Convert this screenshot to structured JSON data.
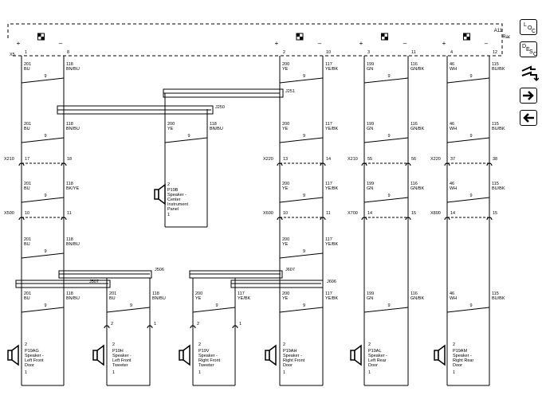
{
  "module": {
    "ref": "A11",
    "name": "Radio"
  },
  "module_pins": [
    {
      "pin": "1",
      "sign": "+"
    },
    {
      "pin": "8",
      "sign": "–"
    },
    {
      "pin": "2",
      "sign": "+"
    },
    {
      "pin": "10",
      "sign": "–"
    },
    {
      "pin": "3",
      "sign": "+"
    },
    {
      "pin": "11",
      "sign": "–"
    },
    {
      "pin": "4",
      "sign": "+"
    },
    {
      "pin": "12",
      "sign": "–"
    }
  ],
  "x5_label": "X5",
  "wire_gauge": "9",
  "top_wires": [
    {
      "circuit": "201",
      "color": "BU"
    },
    {
      "circuit": "118",
      "color": "BN/BU"
    },
    {
      "circuit": "200",
      "color": "YE"
    },
    {
      "circuit": "117",
      "color": "YE/BK"
    },
    {
      "circuit": "199",
      "color": "GN"
    },
    {
      "circuit": "116",
      "color": "GN/BK"
    },
    {
      "circuit": "46",
      "color": "WH"
    },
    {
      "circuit": "115",
      "color": "BU/BK"
    }
  ],
  "splices": {
    "j250": "J250",
    "j251": "J251",
    "j506": "J506",
    "j507": "J507",
    "j606": "J606",
    "j607": "J607"
  },
  "mid_wires_left": [
    {
      "circuit": "201",
      "color": "BU"
    },
    {
      "circuit": "118",
      "color": "BN/BU"
    },
    {
      "circuit": "200",
      "color": "YE"
    },
    {
      "circuit": "118",
      "color": "BN/BU"
    },
    {
      "circuit": "200",
      "color": "YE"
    },
    {
      "circuit": "117",
      "color": "YE/BK"
    }
  ],
  "center_speaker": {
    "ref": "P19B",
    "lines": [
      "Speaker -",
      "Center",
      "Instrument",
      "Panel"
    ],
    "pin_top": "2",
    "pin_bottom": "1"
  },
  "connectors_row1": [
    {
      "name": "X210",
      "pins": [
        "17",
        "18"
      ]
    },
    {
      "name": "X220",
      "pins": [
        "13",
        "14"
      ]
    },
    {
      "name": "X210",
      "pins": [
        "55",
        "56"
      ]
    },
    {
      "name": "X220",
      "pins": [
        "37",
        "38"
      ]
    }
  ],
  "row2_wires": [
    {
      "circuit": "201",
      "color": "BU"
    },
    {
      "circuit": "118",
      "color": "BK/YE"
    },
    {
      "circuit": "200",
      "color": "YE"
    },
    {
      "circuit": "117",
      "color": "YE/BK"
    },
    {
      "circuit": "199",
      "color": "GN"
    },
    {
      "circuit": "116",
      "color": "GN/BK"
    },
    {
      "circuit": "46",
      "color": "WH"
    },
    {
      "circuit": "115",
      "color": "BU/BK"
    }
  ],
  "connectors_row2": [
    {
      "name": "X500",
      "pins": [
        "10",
        "11"
      ]
    },
    {
      "name": "X600",
      "pins": [
        "10",
        "11"
      ]
    },
    {
      "name": "X700",
      "pins": [
        "14",
        "15"
      ]
    },
    {
      "name": "X800",
      "pins": [
        "14",
        "15"
      ]
    }
  ],
  "row3_wires": [
    {
      "circuit": "201",
      "color": "BU"
    },
    {
      "circuit": "118",
      "color": "BN/BU"
    },
    {
      "circuit": "200",
      "color": "YE"
    },
    {
      "circuit": "117",
      "color": "YE/BK"
    }
  ],
  "bottom_wires": [
    {
      "circuit": "201",
      "color": "BU"
    },
    {
      "circuit": "118",
      "color": "BN/BU"
    },
    {
      "circuit": "201",
      "color": "BU"
    },
    {
      "circuit": "118",
      "color": "BN/BU"
    },
    {
      "circuit": "200",
      "color": "YE"
    },
    {
      "circuit": "117",
      "color": "YE/BK"
    },
    {
      "circuit": "200",
      "color": "YE"
    },
    {
      "circuit": "117",
      "color": "YE/BK"
    },
    {
      "circuit": "199",
      "color": "GN"
    },
    {
      "circuit": "116",
      "color": "GN/BK"
    },
    {
      "circuit": "46",
      "color": "WH"
    },
    {
      "circuit": "115",
      "color": "BU/BK"
    }
  ],
  "speakers": [
    {
      "ref": "P19AG",
      "lines": [
        "Speaker -",
        "Left Front",
        "Door"
      ]
    },
    {
      "ref": "P19H",
      "lines": [
        "Speaker -",
        "Left Front",
        "Tweeter"
      ]
    },
    {
      "ref": "P19V",
      "lines": [
        "Speaker -",
        "Right Front",
        "Tweeter"
      ]
    },
    {
      "ref": "P19AH",
      "lines": [
        "Speaker -",
        "Right Front",
        "Door"
      ]
    },
    {
      "ref": "P19AL",
      "lines": [
        "Speaker -",
        "Left Rear",
        "Door"
      ]
    },
    {
      "ref": "P19AM",
      "lines": [
        "Speaker -",
        "Right Rear",
        "Door"
      ]
    }
  ],
  "speaker_pins": {
    "top": "2",
    "bottom": "1"
  },
  "side_buttons": {
    "loc": [
      "L",
      "O",
      "C"
    ],
    "desc": [
      "D",
      "E",
      "S",
      "C"
    ]
  },
  "colors": {
    "line": "#000000",
    "background": "#ffffff"
  }
}
